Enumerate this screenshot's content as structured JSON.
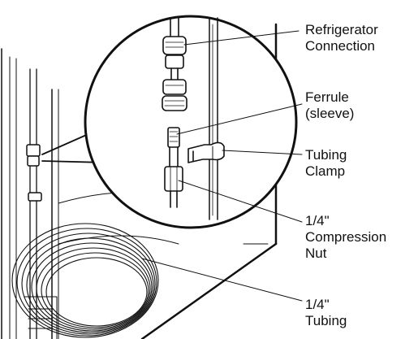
{
  "labels": {
    "refrigerator_connection": {
      "line1": "Refrigerator",
      "line2": "Connection"
    },
    "ferrule": {
      "line1": "Ferrule",
      "line2": "(sleeve)"
    },
    "tubing_clamp": {
      "line1": "Tubing",
      "line2": "Clamp"
    },
    "compression_nut": {
      "line1": "1/4\"",
      "line2": "Compression",
      "line3": "Nut"
    },
    "tubing": {
      "line1": "1/4\"",
      "line2": "Tubing"
    }
  },
  "colors": {
    "ink": "#111111",
    "background": "#ffffff"
  }
}
